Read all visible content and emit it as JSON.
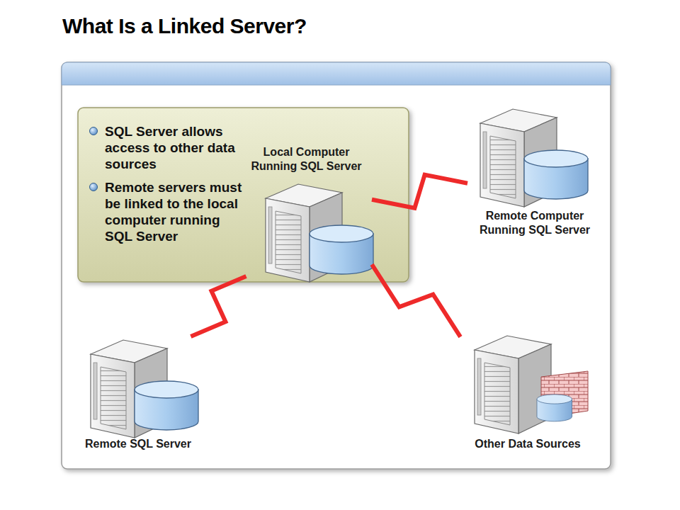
{
  "diagram": {
    "title": "What Is a Linked Server?",
    "nodes": [
      {
        "text": [
          "SQL Server allows access to other data sources",
          "Remote servers must be linked to the local computer running SQL Server"
        ]
      },
      {
        "text": [
          "Local Computer Running SQL Server"
        ]
      },
      {
        "text": [
          "Remote Computer Running SQL Server"
        ]
      },
      {
        "text": [
          "Remote SQL Server"
        ]
      },
      {
        "text": [
          "Other Data Sources"
        ]
      }
    ],
    "edges": [
      {
        "from": 1,
        "to": 2,
        "arrow": "none"
      },
      {
        "from": 1,
        "to": 3,
        "arrow": "none"
      },
      {
        "from": 1,
        "to": 4,
        "arrow": "none"
      }
    ]
  }
}
